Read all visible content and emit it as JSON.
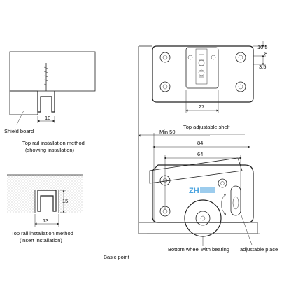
{
  "left_labels": {
    "shield_board": "Shield board",
    "top_rail_show_line1": "Top rail installation method",
    "top_rail_show_line2": "(showing installation)",
    "top_rail_insert_line1": "Top rail installation method",
    "top_rail_insert_line2": "(insert installation)",
    "basic_point": "Basic point"
  },
  "left_dims": {
    "show_width": "10",
    "insert_height": "15",
    "insert_width": "13"
  },
  "right_labels": {
    "top_shelf": "Top adjustable shelf",
    "bottom_wheel": "Bottom wheel with bearing",
    "adjustable_place": "adjustable place",
    "min_prefix": "Min 50"
  },
  "right_dims": {
    "d_10_5": "10.5",
    "d_8": "8",
    "d_3_5": "3.5",
    "d_27": "27",
    "d_84": "84",
    "d_64": "64"
  },
  "colors": {
    "line": "#222222",
    "stipple": "#9a9a9a",
    "gray_fill": "#d9d9d9",
    "brand_blue": "#4aa3df"
  },
  "watermark_text": "ZH"
}
